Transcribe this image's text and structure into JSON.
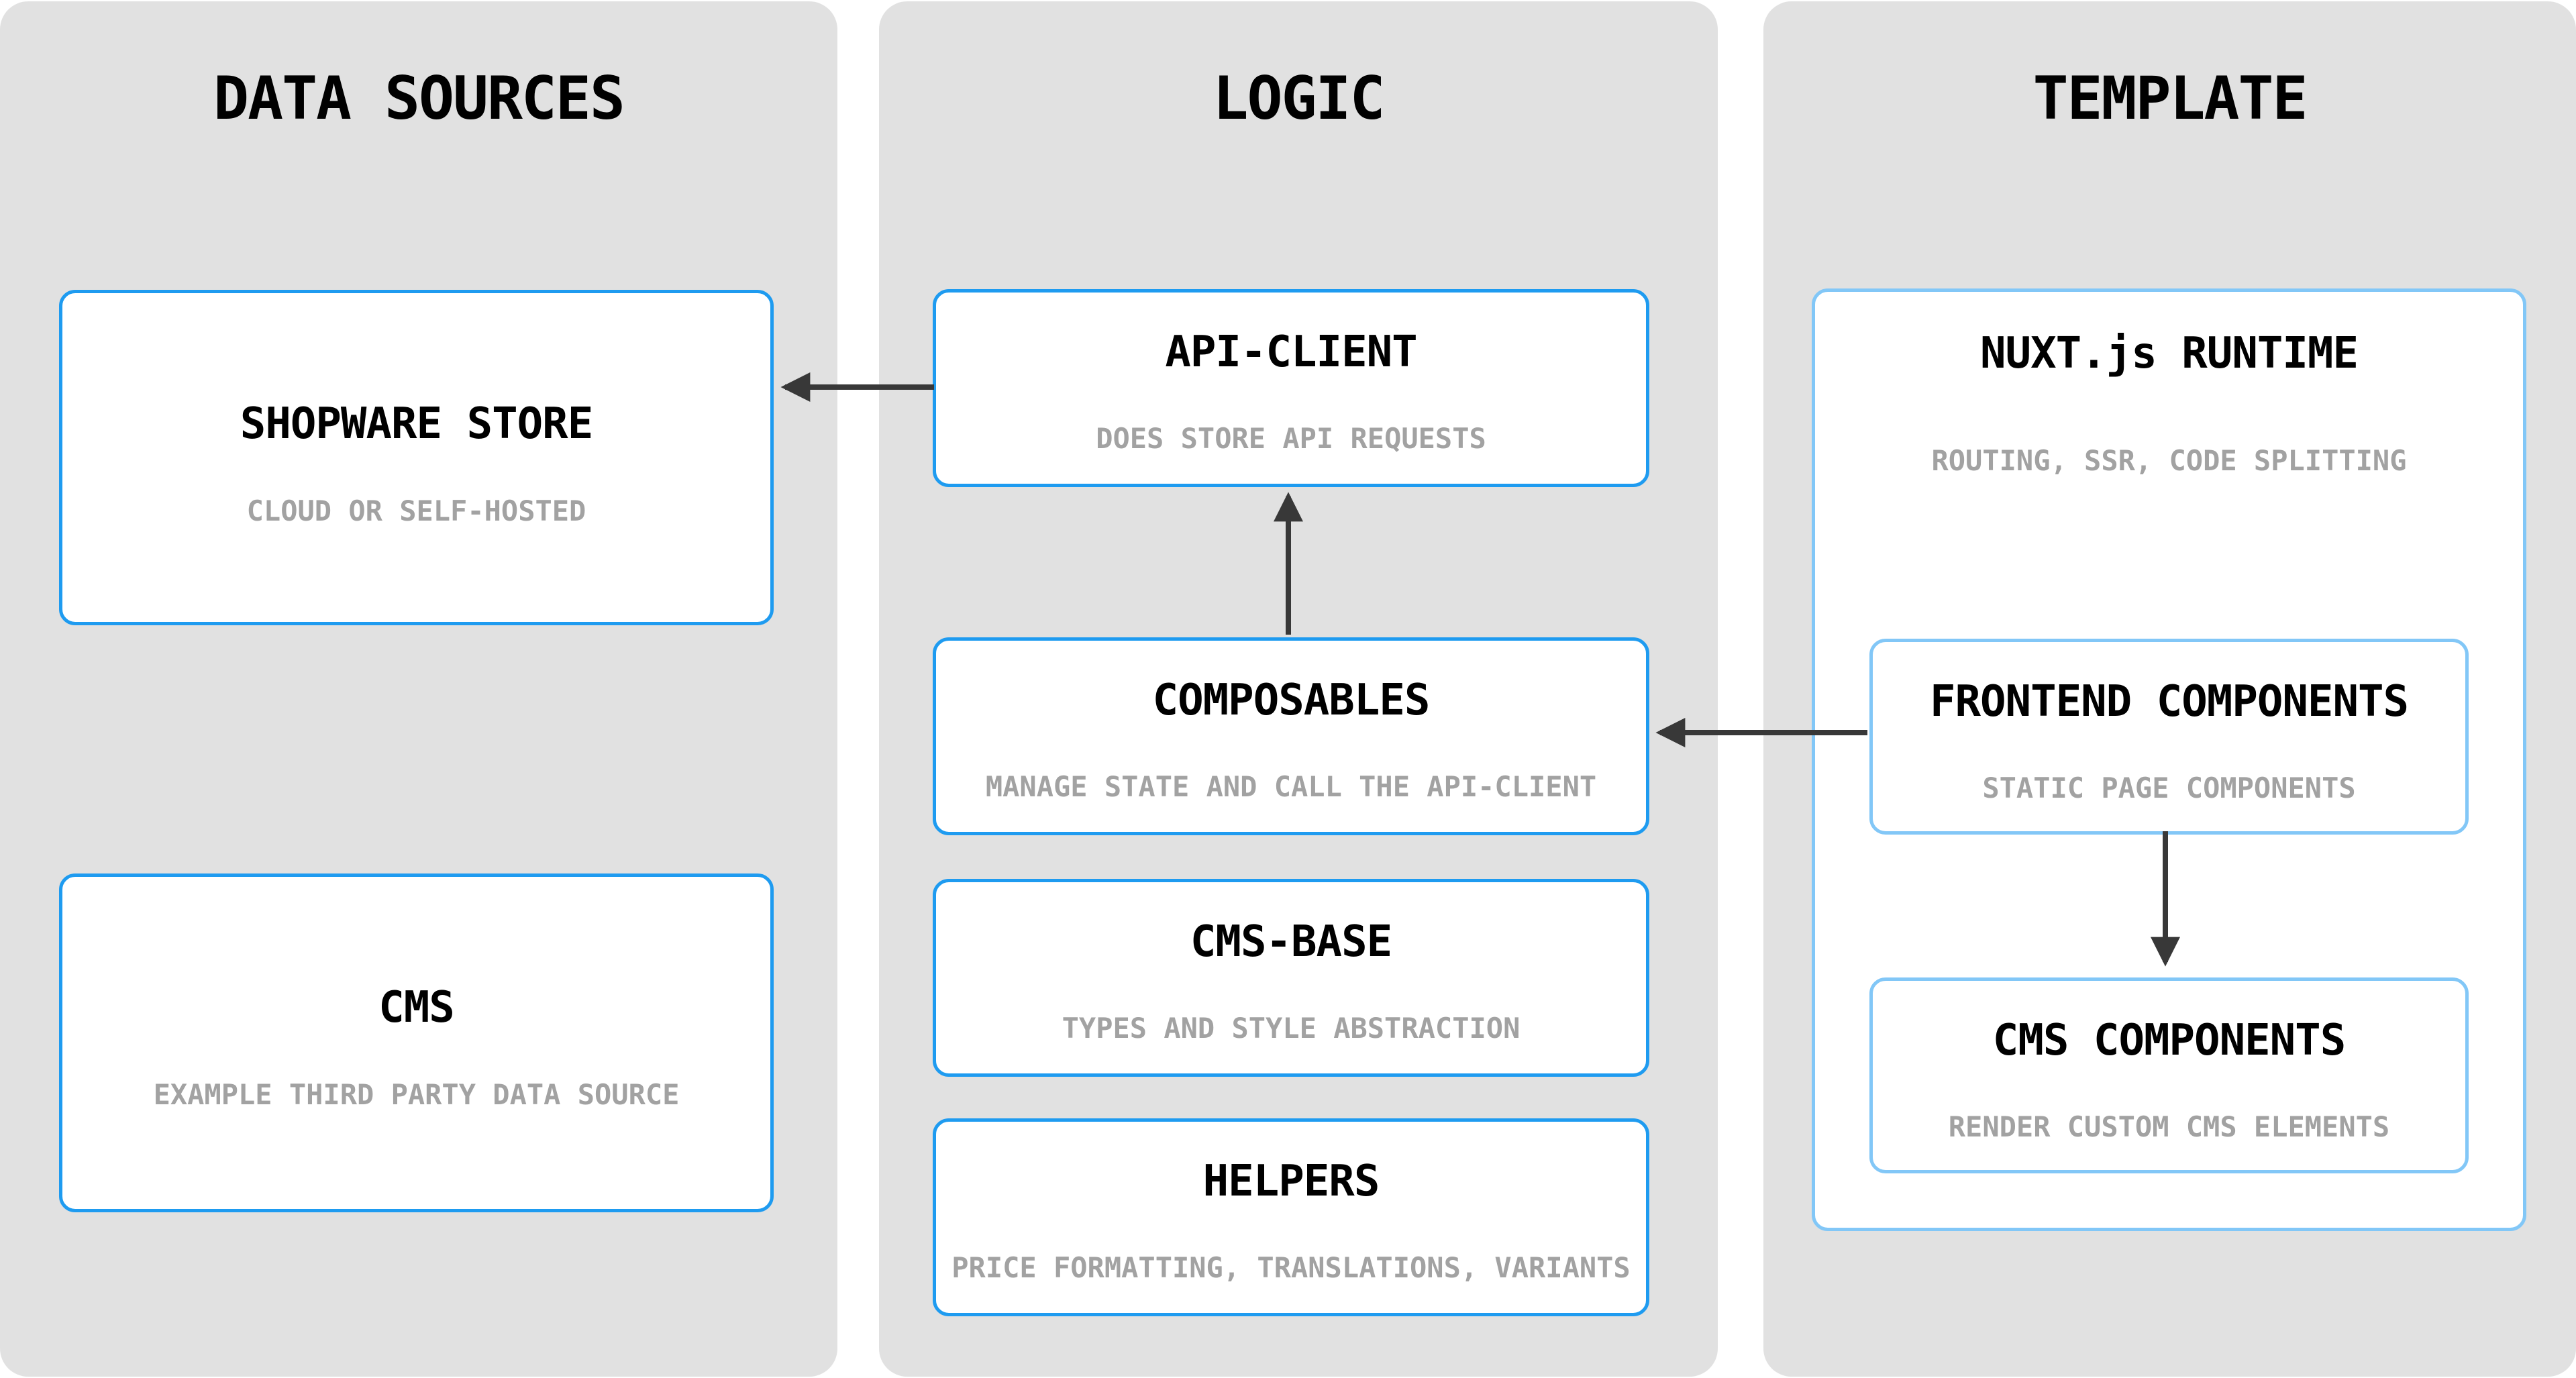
{
  "diagram": {
    "columns": [
      {
        "title": "DATA SOURCES",
        "boxes": [
          {
            "title": "SHOPWARE STORE",
            "subtitle": "CLOUD OR SELF-HOSTED"
          },
          {
            "title": "CMS",
            "subtitle": "EXAMPLE THIRD PARTY DATA SOURCE"
          }
        ]
      },
      {
        "title": "LOGIC",
        "boxes": [
          {
            "title": "API-CLIENT",
            "subtitle": "DOES STORE API REQUESTS"
          },
          {
            "title": "COMPOSABLES",
            "subtitle": "MANAGE STATE AND CALL THE API-CLIENT"
          },
          {
            "title": "CMS-BASE",
            "subtitle": "TYPES AND STYLE ABSTRACTION"
          },
          {
            "title": "HELPERS",
            "subtitle": "PRICE FORMATTING, TRANSLATIONS, VARIANTS"
          }
        ]
      },
      {
        "title": "TEMPLATE",
        "boxes": [
          {
            "title": "NUXT.js RUNTIME",
            "subtitle": "ROUTING, SSR, CODE SPLITTING",
            "children": [
              {
                "title": "FRONTEND COMPONENTS",
                "subtitle": "STATIC PAGE COMPONENTS"
              },
              {
                "title": "CMS COMPONENTS",
                "subtitle": "RENDER CUSTOM CMS ELEMENTS"
              }
            ]
          }
        ]
      }
    ],
    "arrows": [
      {
        "from": "API-CLIENT",
        "to": "SHOPWARE STORE"
      },
      {
        "from": "COMPOSABLES",
        "to": "API-CLIENT"
      },
      {
        "from": "FRONTEND COMPONENTS",
        "to": "COMPOSABLES"
      },
      {
        "from": "FRONTEND COMPONENTS",
        "to": "CMS COMPONENTS"
      }
    ],
    "colors": {
      "page_bg": "#ffffff",
      "column_bg": "#e1e1e1",
      "box_border_primary": "#1e9bf0",
      "box_border_light": "#82c7f7",
      "arrow": "#383838",
      "title_text": "#000000",
      "subtitle_text": "#a2a2a2"
    }
  }
}
